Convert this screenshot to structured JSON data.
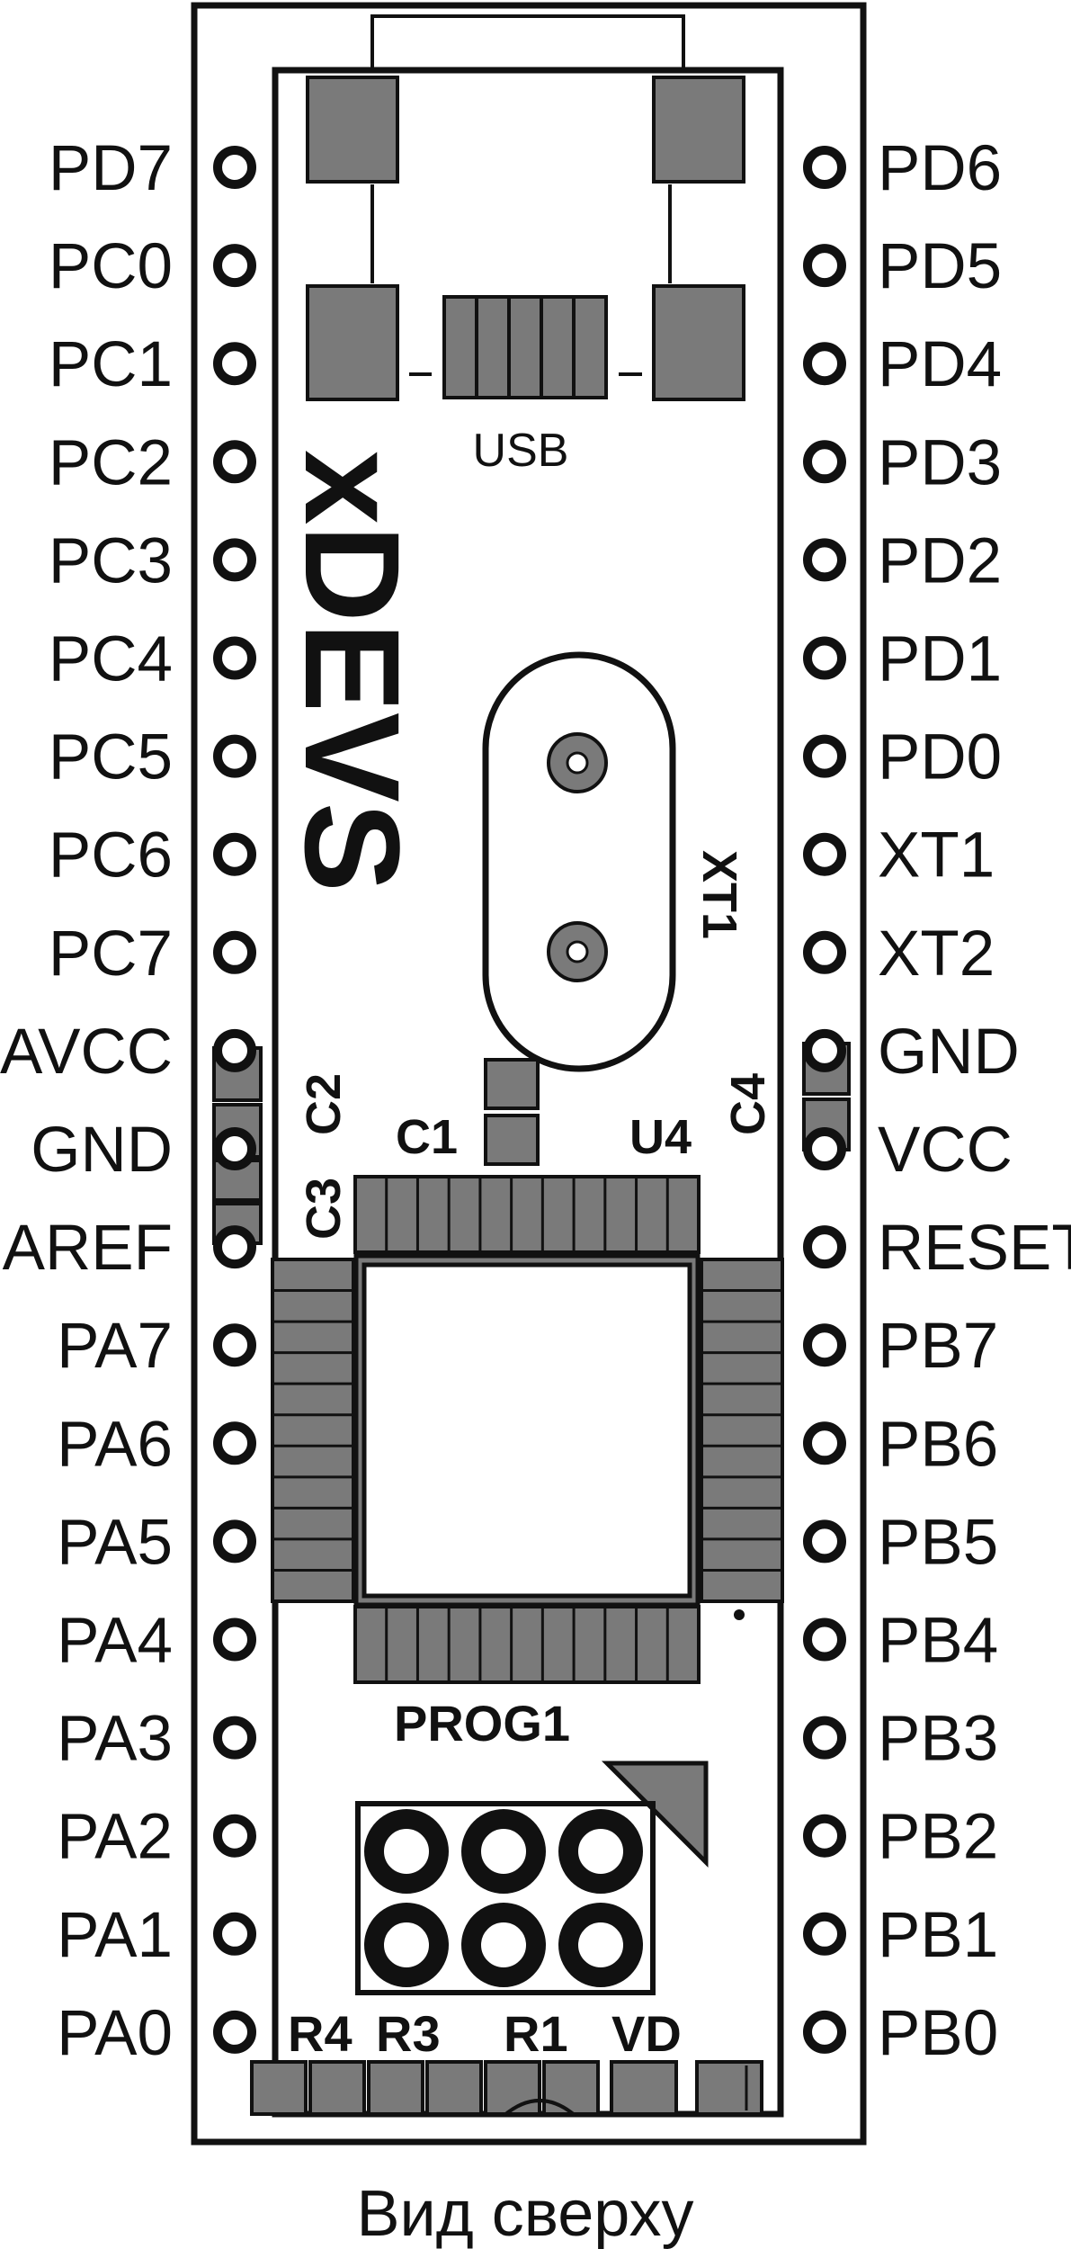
{
  "left_pins": [
    "PD7",
    "PC0",
    "PC1",
    "PC2",
    "PC3",
    "PC4",
    "PC5",
    "PC6",
    "PC7",
    "AVCC",
    "GND",
    "AREF",
    "PA7",
    "PA6",
    "PA5",
    "PA4",
    "PA3",
    "PA2",
    "PA1",
    "PA0"
  ],
  "right_pins": [
    "PD6",
    "PD5",
    "PD4",
    "PD3",
    "PD2",
    "PD1",
    "PD0",
    "XT1",
    "XT2",
    "GND",
    "VCC",
    "RESET",
    "PB7",
    "PB6",
    "PB5",
    "PB4",
    "PB3",
    "PB2",
    "PB1",
    "PB0"
  ],
  "silkscreen": {
    "usb": "USB",
    "brand": "xDEVS",
    "crystal": "XT1",
    "c1": "C1",
    "c2": "C2",
    "c3": "C3",
    "c4": "C4",
    "u4": "U4",
    "prog": "PROG1",
    "r4": "R4",
    "r3": "R3",
    "r1": "R1",
    "vd": "VD"
  },
  "caption": "Вид сверху",
  "colors": {
    "pad": "#7a7a7a",
    "ink": "#111111",
    "background": "#ffffff"
  }
}
